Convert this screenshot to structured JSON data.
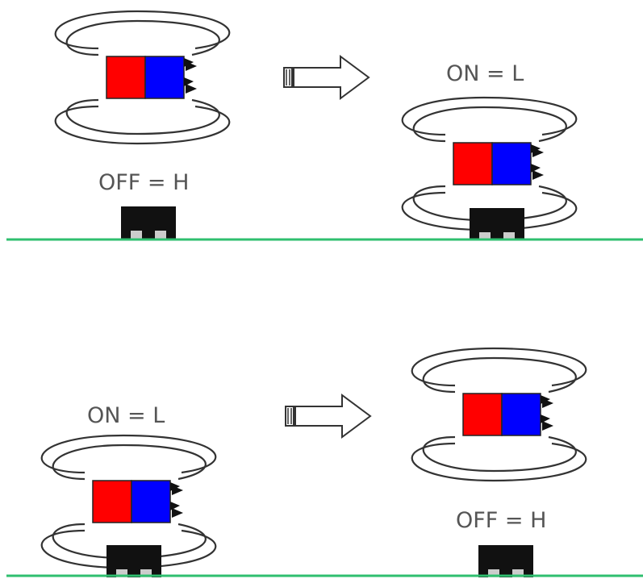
{
  "colors": {
    "magnet_north": "#ff0000",
    "magnet_south": "#0000ff",
    "field_lines": "#333333",
    "sensor": "#111111",
    "sensor_pins": "#cccccc",
    "ground": "#2fbf6f",
    "label_text": "#555555"
  },
  "icons": {
    "transition": "hollow-arrow-icon"
  },
  "labels": {
    "top_left_state": "OFF = H",
    "top_right_state": "ON = L",
    "bottom_left_state": "ON = L",
    "bottom_right_state": "OFF = H"
  }
}
